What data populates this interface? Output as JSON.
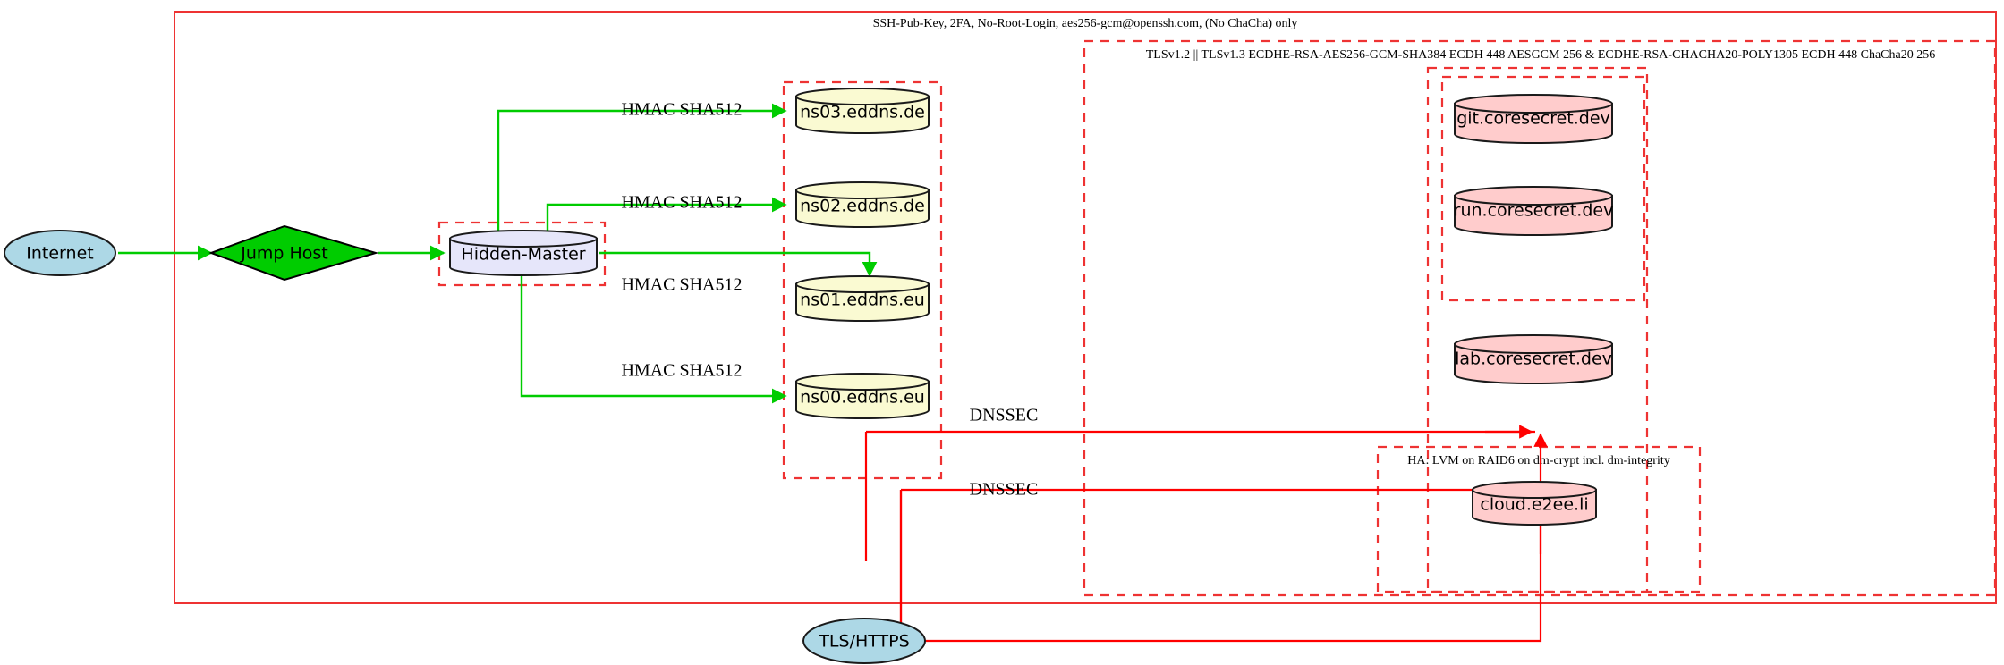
{
  "diagram": {
    "title": "Network security architecture diagram",
    "background": "#ffffff"
  },
  "colors": {
    "ssh_boundary": "#ee3333",
    "tls_boundary": "#ee3333",
    "replication_edge": "#00cc00",
    "dnssec_edge": "#ff0000",
    "internet_fill": "#add8e6",
    "jumphost_fill": "#00cc00",
    "master_fill": "#e6e6fa",
    "ns_fill": "#fafad2",
    "service_fill": "#ffcccc",
    "tls_node_fill": "#add8e6"
  },
  "clusters": {
    "ssh": {
      "label": "SSH-Pub-Key, 2FA, No-Root-Login, aes256-gcm@openssh.com, (No ChaCha) only",
      "style": "solid"
    },
    "tls": {
      "label": "TLSv1.2 || TLSv1.3 ECDHE-RSA-AES256-GCM-SHA384 ECDH 448 AESGCM 256 & ECDHE-RSA-CHACHA20-POLY1305 ECDH 448 ChaCha20 256",
      "style": "dashed"
    },
    "ha": {
      "label": "HA: LVM on RAID6 on dm-crypt incl. dm-integrity",
      "style": "dashed"
    },
    "hidden_master": {
      "label": "",
      "style": "dashed"
    },
    "dns": {
      "label": "",
      "style": "dashed"
    },
    "services_outer": {
      "label": "",
      "style": "dashed"
    },
    "services_inner": {
      "label": "",
      "style": "dashed"
    }
  },
  "nodes": {
    "internet": {
      "label": "Internet",
      "shape": "ellipse",
      "fill": "#add8e6"
    },
    "jump_host": {
      "label": "Jump Host",
      "shape": "diamond",
      "fill": "#00cc00"
    },
    "hidden_master": {
      "label": "Hidden-Master",
      "shape": "cylinder",
      "fill": "#e6e6fa"
    },
    "ns03": {
      "label": "ns03.eddns.de",
      "shape": "cylinder",
      "fill": "#fafad2"
    },
    "ns02": {
      "label": "ns02.eddns.de",
      "shape": "cylinder",
      "fill": "#fafad2"
    },
    "ns01": {
      "label": "ns01.eddns.eu",
      "shape": "cylinder",
      "fill": "#fafad2"
    },
    "ns00": {
      "label": "ns00.eddns.eu",
      "shape": "cylinder",
      "fill": "#fafad2"
    },
    "git": {
      "label": "git.coresecret.dev",
      "shape": "cylinder",
      "fill": "#ffcccc"
    },
    "run": {
      "label": "run.coresecret.dev",
      "shape": "cylinder",
      "fill": "#ffcccc"
    },
    "lab": {
      "label": "lab.coresecret.dev",
      "shape": "cylinder",
      "fill": "#ffcccc"
    },
    "cloud": {
      "label": "cloud.e2ee.li",
      "shape": "cylinder",
      "fill": "#ffcccc"
    },
    "tls_https": {
      "label": "TLS/HTTPS",
      "shape": "ellipse",
      "fill": "#add8e6"
    }
  },
  "edges": {
    "internet_to_jump": {
      "label": "",
      "color": "green"
    },
    "jump_to_master": {
      "label": "",
      "color": "green"
    },
    "master_to_ns03": {
      "label": "HMAC SHA512",
      "color": "green"
    },
    "master_to_ns02": {
      "label": "HMAC SHA512",
      "color": "green"
    },
    "master_to_ns01": {
      "label": "HMAC SHA512",
      "color": "green"
    },
    "master_to_ns00": {
      "label": "HMAC SHA512",
      "color": "green"
    },
    "dnssec_upper": {
      "label": "DNSSEC",
      "color": "red"
    },
    "dnssec_lower": {
      "label": "DNSSEC",
      "color": "red"
    },
    "tls_to_services": {
      "label": "",
      "color": "red"
    },
    "tls_to_cloud": {
      "label": "",
      "color": "red"
    }
  }
}
